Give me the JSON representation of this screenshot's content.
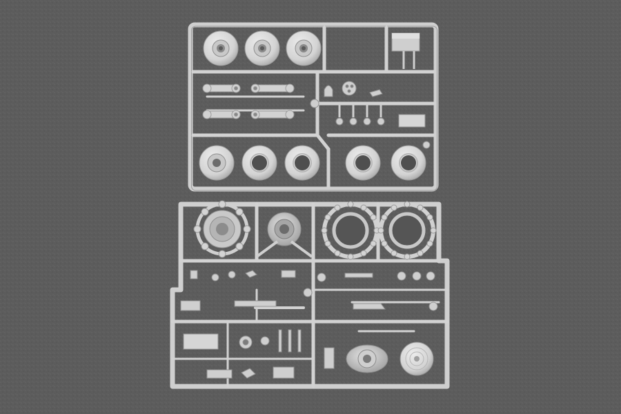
{
  "scene": {
    "subject": "plastic-model-kit-sprues",
    "colors": {
      "background": "#5d5d5d",
      "plastic": "#d4d4d4",
      "plastic_shadow": "#9a9a9a",
      "plastic_dark": "#b0b0b0",
      "hole": "#4a4a4a"
    },
    "sprues": [
      {
        "id": "upper",
        "parts": [
          "road-wheels",
          "suspension-arms",
          "small-fittings"
        ]
      },
      {
        "id": "lower",
        "parts": [
          "drive-sprockets",
          "idler-hub",
          "small-fittings",
          "hubs"
        ]
      }
    ]
  }
}
